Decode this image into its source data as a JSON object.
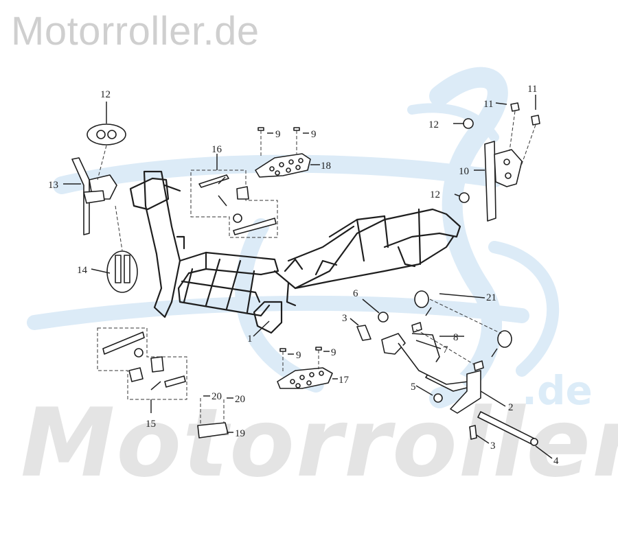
{
  "watermark": {
    "top_text": "Motorroller.de",
    "big_text": "Motorroller",
    "suffix_text": ".de",
    "color_gray": "#cfcfcf",
    "color_blue": "#dcebf7"
  },
  "callouts": {
    "c1": "1",
    "c2": "2",
    "c3a": "3",
    "c3b": "3",
    "c4": "4",
    "c5": "5",
    "c6": "6",
    "c7": "7",
    "c8": "8",
    "c9a": "9",
    "c9b": "9",
    "c9c": "9",
    "c9d": "9",
    "c10": "10",
    "c11a": "11",
    "c11b": "11",
    "c12a": "12",
    "c12b": "12",
    "c12c": "12",
    "c13": "13",
    "c14": "14",
    "c15": "15",
    "c16": "16",
    "c17": "17",
    "c18": "18",
    "c19": "19",
    "c20a": "20",
    "c20b": "20",
    "c21": "21"
  }
}
